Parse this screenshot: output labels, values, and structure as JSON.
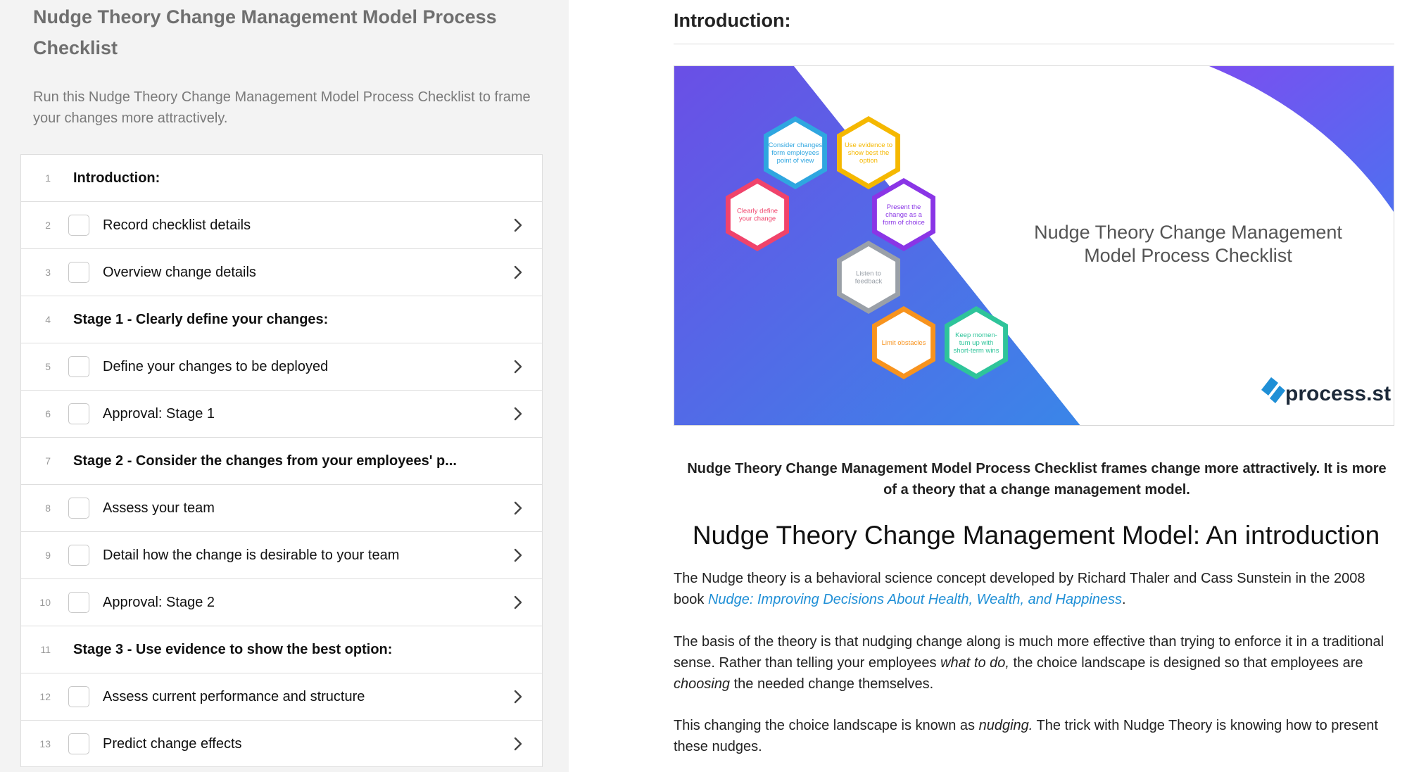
{
  "checklist": {
    "title": "Nudge Theory Change Management Model Process Checklist",
    "description": "Run this Nudge Theory Change Management Model Process Checklist to frame your changes more attractively.",
    "items": [
      {
        "num": "1",
        "type": "heading",
        "label": "Introduction:"
      },
      {
        "num": "2",
        "type": "task",
        "label": "Record checklist details"
      },
      {
        "num": "3",
        "type": "task",
        "label": "Overview change details"
      },
      {
        "num": "4",
        "type": "heading",
        "label": "Stage 1 - Clearly define your changes:"
      },
      {
        "num": "5",
        "type": "task",
        "label": "Define your changes to be deployed"
      },
      {
        "num": "6",
        "type": "task",
        "label": "Approval: Stage 1"
      },
      {
        "num": "7",
        "type": "heading",
        "label": "Stage 2 - Consider the changes from your employees' p..."
      },
      {
        "num": "8",
        "type": "task",
        "label": "Assess your team"
      },
      {
        "num": "9",
        "type": "task",
        "label": "Detail how the change is desirable to your team"
      },
      {
        "num": "10",
        "type": "task",
        "label": "Approval: Stage 2"
      },
      {
        "num": "11",
        "type": "heading",
        "label": "Stage 3 - Use evidence to show the best option:"
      },
      {
        "num": "12",
        "type": "task",
        "label": "Assess current performance and structure"
      },
      {
        "num": "13",
        "type": "task",
        "label": "Predict change effects"
      }
    ]
  },
  "content": {
    "section_title": "Introduction:",
    "hero": {
      "title_line1": "Nudge Theory Change Management",
      "title_line2": "Model Process Checklist",
      "brand": "process.st",
      "hexagons": [
        {
          "line1": "Consider changes",
          "line2": "form employees",
          "line3": "point of view",
          "color": "#2fa6e0"
        },
        {
          "line1": "Use evidence to",
          "line2": "show best the",
          "line3": "option",
          "color": "#f5b800"
        },
        {
          "line1": "Clearly define",
          "line2": "your change",
          "line3": "",
          "color": "#f0436b"
        },
        {
          "line1": "Present the",
          "line2": "change as a",
          "line3": "form of choice",
          "color": "#8a35e6"
        },
        {
          "line1": "Listen to",
          "line2": "feedback",
          "line3": "",
          "color": "#9aa0a8"
        },
        {
          "line1": "Limit obstacles",
          "line2": "",
          "line3": "",
          "color": "#f7931e"
        },
        {
          "line1": "Keep momen-",
          "line2": "tum up with",
          "line3": "short-term wins",
          "color": "#2ec49a"
        }
      ]
    },
    "lead": "Nudge Theory Change Management Model Process Checklist frames change more attractively. It is more of a theory that a change management model.",
    "heading": "Nudge Theory Change Management Model: An introduction",
    "p1_text": "The Nudge theory is a behavioral science concept developed by Richard Thaler and Cass Sunstein in the 2008 book ",
    "p1_link": "Nudge: Improving Decisions About Health, Wealth, and Happiness",
    "p1_end": ".",
    "p2_a": "The basis of the theory is that nudging change along is much more effective than trying to enforce it in a traditional sense. Rather than telling your employees ",
    "p2_em1": "what to do,",
    "p2_b": " the choice landscape is designed so that employees are ",
    "p2_em2": "choosing",
    "p2_c": " the needed change themselves.",
    "p3_a": "This changing the choice landscape is known as ",
    "p3_em": "nudging.",
    "p3_b": " The trick with Nudge Theory is knowing how to present these nudges."
  }
}
